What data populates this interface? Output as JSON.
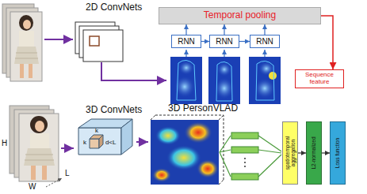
{
  "diagram": {
    "nodes": [
      {
        "text": [
          "Temporal pooling"
        ]
      },
      {
        "text": [
          "RNN"
        ]
      },
      {
        "text": [
          "RNN"
        ]
      },
      {
        "text": [
          "RNN"
        ]
      },
      {
        "text": [
          "Sequence feature"
        ]
      },
      {
        "text": [
          "k",
          "k",
          "d<L"
        ]
      },
      {
        "text": [
          "spatiotemporal aggregation"
        ]
      },
      {
        "text": [
          "L2-normalized"
        ]
      },
      {
        "text": [
          "Loss function"
        ]
      }
    ],
    "edges": [
      {
        "from": 1,
        "to": 2,
        "arrow": "to"
      },
      {
        "from": 2,
        "to": 3,
        "arrow": "to"
      },
      {
        "from": 1,
        "to": 0,
        "arrow": "to"
      },
      {
        "from": 2,
        "to": 0,
        "arrow": "to"
      },
      {
        "from": 3,
        "to": 0,
        "arrow": "to"
      },
      {
        "from": 0,
        "to": 4,
        "arrow": "to"
      },
      {
        "from": 6,
        "to": 7,
        "arrow": "to"
      },
      {
        "from": 7,
        "to": 8,
        "arrow": "to"
      }
    ],
    "labels": [
      "2D ConvNets",
      "3D ConvNets",
      "3D PersonVLAD",
      "H",
      "W",
      "L"
    ]
  }
}
